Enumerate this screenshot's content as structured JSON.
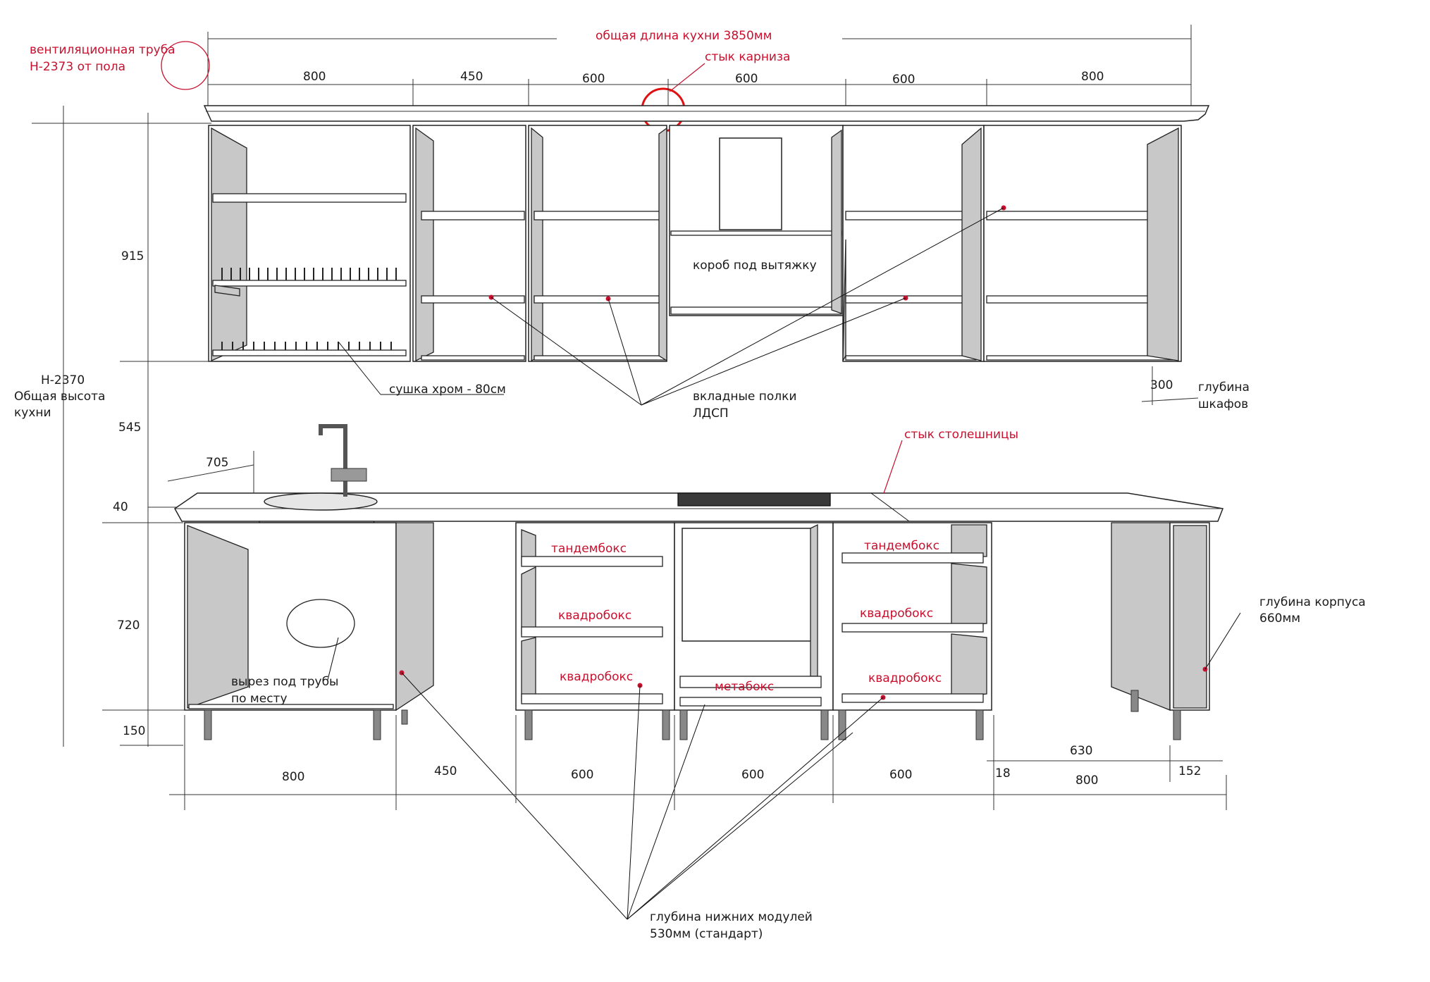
{
  "labels": {
    "vent_pipe_line1": "вентиляционная труба",
    "vent_pipe_line2": "H-2373 от пола",
    "total_length": "общая длина кухни 3850мм",
    "cornice_joint": "стык карниза",
    "height_total_line1": "H-2370",
    "height_total_line2": "Общая высота",
    "height_total_line3": "кухни",
    "hood_box": "короб под вытяжку",
    "dryer": "сушка хром - 80см",
    "inset_shelves_line1": "вкладные полки",
    "inset_shelves_line2": "ЛДСП",
    "depth_cabinets_value": "300",
    "depth_cabinets_line1": "глубина",
    "depth_cabinets_line2": "шкафов",
    "countertop_joint": "стык столешницы",
    "tandembox_1": "тандембокс",
    "quadrobox_1": "квадробокс",
    "quadrobox_2": "квадробокс",
    "tandembox_2": "тандембокс",
    "quadrobox_3": "квадробокс",
    "quadrobox_4": "квадробокс",
    "metabox": "метабокс",
    "pipe_cutout_line1": "вырез под трубы",
    "pipe_cutout_line2": "по месту",
    "body_depth_line1": "глубина корпуса",
    "body_depth_line2": "660мм",
    "lower_depth_line1": "глубина нижних модулей",
    "lower_depth_line2": "530мм (стандарт)"
  },
  "dimensions": {
    "upper_widths": [
      "800",
      "450",
      "600",
      "600",
      "600",
      "800"
    ],
    "lower_widths": [
      "800",
      "450",
      "600",
      "600",
      "600",
      "800"
    ],
    "upper_height": "915",
    "gap_height": "545",
    "countertop_thickness": "40",
    "base_height": "720",
    "leg_height": "150",
    "sink_offset": "705",
    "end_panel_depth": "630",
    "side_thickness": "18",
    "end_offset": "152"
  },
  "colors": {
    "annotation_red": "#c8102e",
    "panel_gray": "#c8c8c8",
    "line_dark": "#222222"
  }
}
